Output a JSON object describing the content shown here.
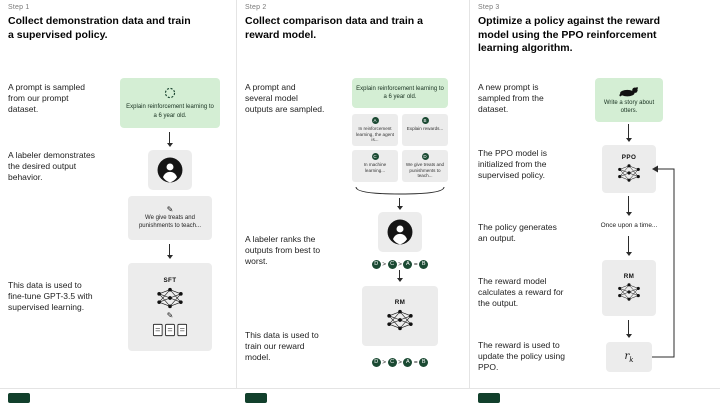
{
  "colors": {
    "green_box": "#d4eed4",
    "gray_box": "#ececec",
    "rank_badge": "#1b4a33",
    "footer_chip": "#12402c",
    "arrow": "#2b2b2b",
    "divider": "#e4e4e4",
    "step_label": "#7a7a7a",
    "heading_text": "#050505",
    "body_text": "#1f1f1f"
  },
  "steps": [
    {
      "label": "Step 1",
      "heading": "Collect demonstration data and train a supervised policy.",
      "texts": {
        "t1": "A prompt is sampled from our prompt dataset.",
        "t2": "A labeler demonstrates the desired output behavior.",
        "t3": "This data is used to fine-tune GPT-3.5 with supervised learning."
      },
      "nodes": {
        "prompt": "Explain reinforcement learning to a 6 year old.",
        "demo": "We give treats and punishments to teach...",
        "model": "SFT"
      }
    },
    {
      "label": "Step 2",
      "heading": "Collect comparison data and train a reward model.",
      "texts": {
        "t1": "A prompt and several model outputs are sampled.",
        "t2": "A labeler ranks the outputs from best to worst.",
        "t3": "This data is used to train our reward model."
      },
      "nodes": {
        "prompt": "Explain reinforcement learning to a 6 year old.",
        "model": "RM"
      },
      "outputs": [
        {
          "letter": "A",
          "text": "In reinforcement learning, the agent is..."
        },
        {
          "letter": "B",
          "text": "Explain rewards..."
        },
        {
          "letter": "C",
          "text": "In machine learning..."
        },
        {
          "letter": "D",
          "text": "We give treats and punishments to teach..."
        }
      ],
      "ranking": {
        "r1": "D",
        "s1": ">",
        "r2": "C",
        "s2": ">",
        "r3": "A",
        "s3": "=",
        "r4": "B"
      }
    },
    {
      "label": "Step 3",
      "heading": "Optimize a policy against the reward model using the PPO reinforcement learning algorithm.",
      "texts": {
        "t1": "A new prompt is sampled from the dataset.",
        "t2": "The PPO model is initialized from the supervised policy.",
        "t3": "The policy generates an output.",
        "t4": "The reward model calculates a reward for the output.",
        "t5": "The reward is used to update the policy using PPO."
      },
      "nodes": {
        "prompt": "Write a story about otters.",
        "ppo": "PPO",
        "output": "Once upon a time...",
        "rm": "RM",
        "reward_base": "r",
        "reward_sub": "k"
      }
    }
  ]
}
